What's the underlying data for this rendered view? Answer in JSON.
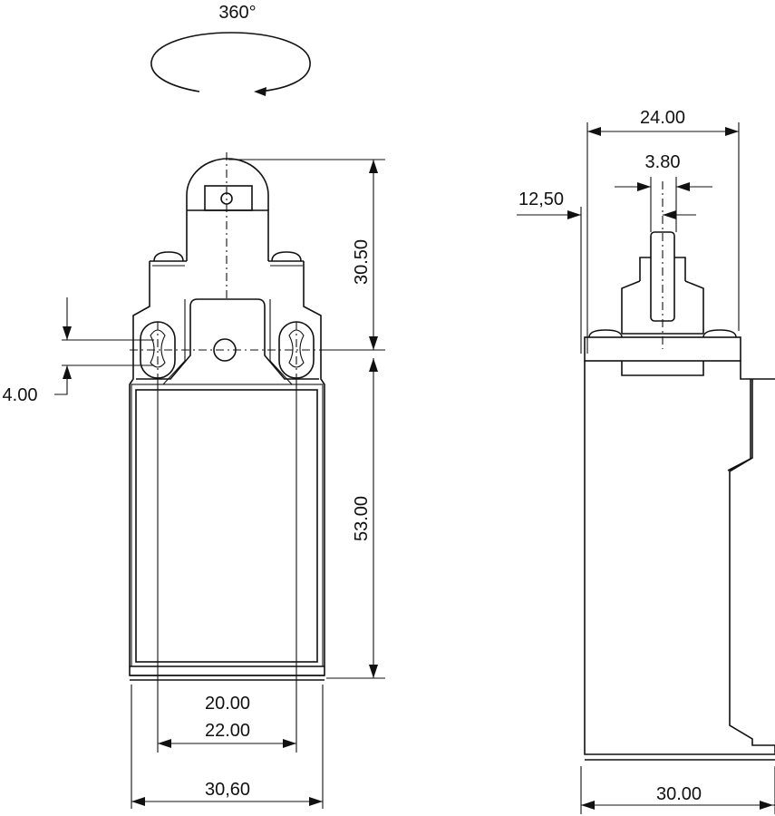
{
  "labels": {
    "rotation": "360°",
    "front_height_top": "30.50",
    "front_height_body": "53.00",
    "slot_spacing": "4.00",
    "mount_20": "20.00",
    "mount_22": "22.00",
    "front_width": "30,60",
    "side_width_top": "24.00",
    "roller_width": "3.80",
    "offset": "12,50",
    "side_width_bottom": "30.00"
  }
}
